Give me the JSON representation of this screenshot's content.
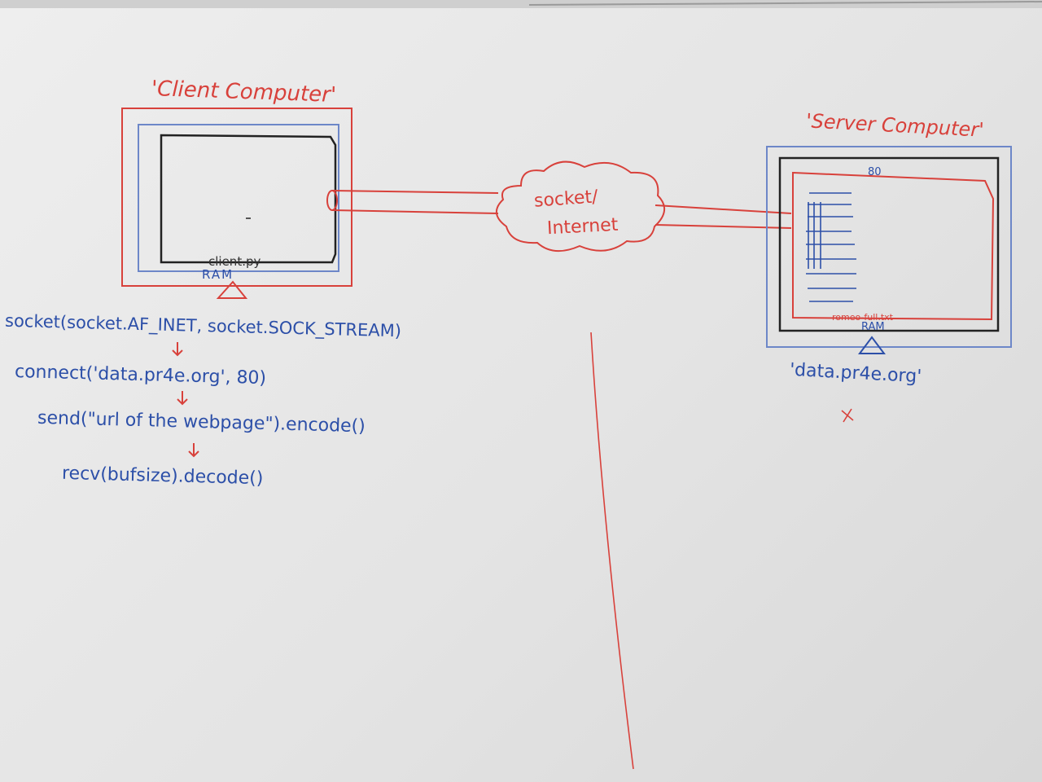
{
  "client": {
    "title": "'Client Computer'",
    "program": "client.py",
    "ram": "RAM"
  },
  "server": {
    "title": "'Server Computer'",
    "port": "80",
    "file": "romeo-full.txt",
    "ram": "RAM",
    "host": "'data.pr4e.org'"
  },
  "network": {
    "line1": "socket/",
    "line2": "Internet"
  },
  "code": {
    "line1": "socket(socket.AF_INET, socket.SOCK_STREAM)",
    "line2": "connect('data.pr4e.org', 80)",
    "line3": "send(\"url of the webpage\").encode()",
    "line4": "recv(bufsize).decode()"
  },
  "colors": {
    "marker_red": "#d8413b",
    "marker_blue": "#2c4fa8",
    "marker_black": "#222222",
    "board": "#e9e9e9"
  }
}
